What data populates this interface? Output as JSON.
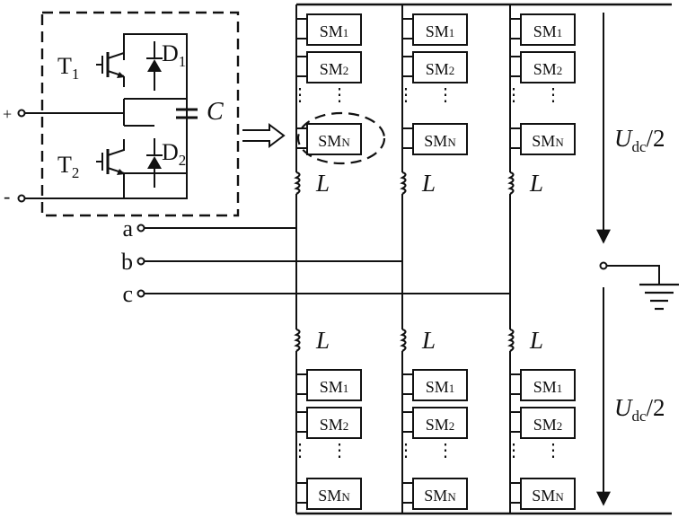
{
  "module": {
    "transistor_top": "T",
    "transistor_top_sub": "1",
    "transistor_bottom": "T",
    "transistor_bottom_sub": "2",
    "diode_top": "D",
    "diode_top_sub": "1",
    "diode_bottom": "D",
    "diode_bottom_sub": "2",
    "capacitor": "C",
    "terminal_plus": "+",
    "terminal_minus": "-"
  },
  "phases": [
    "a",
    "b",
    "c"
  ],
  "submodule": {
    "prefix": "SM",
    "sub_1": "1",
    "sub_2": "2",
    "sub_n": "N"
  },
  "inductor_label": "L",
  "ellipsis": "⋮",
  "dc_voltage": {
    "symbol": "U",
    "subscript": "dc",
    "suffix": "/2"
  }
}
